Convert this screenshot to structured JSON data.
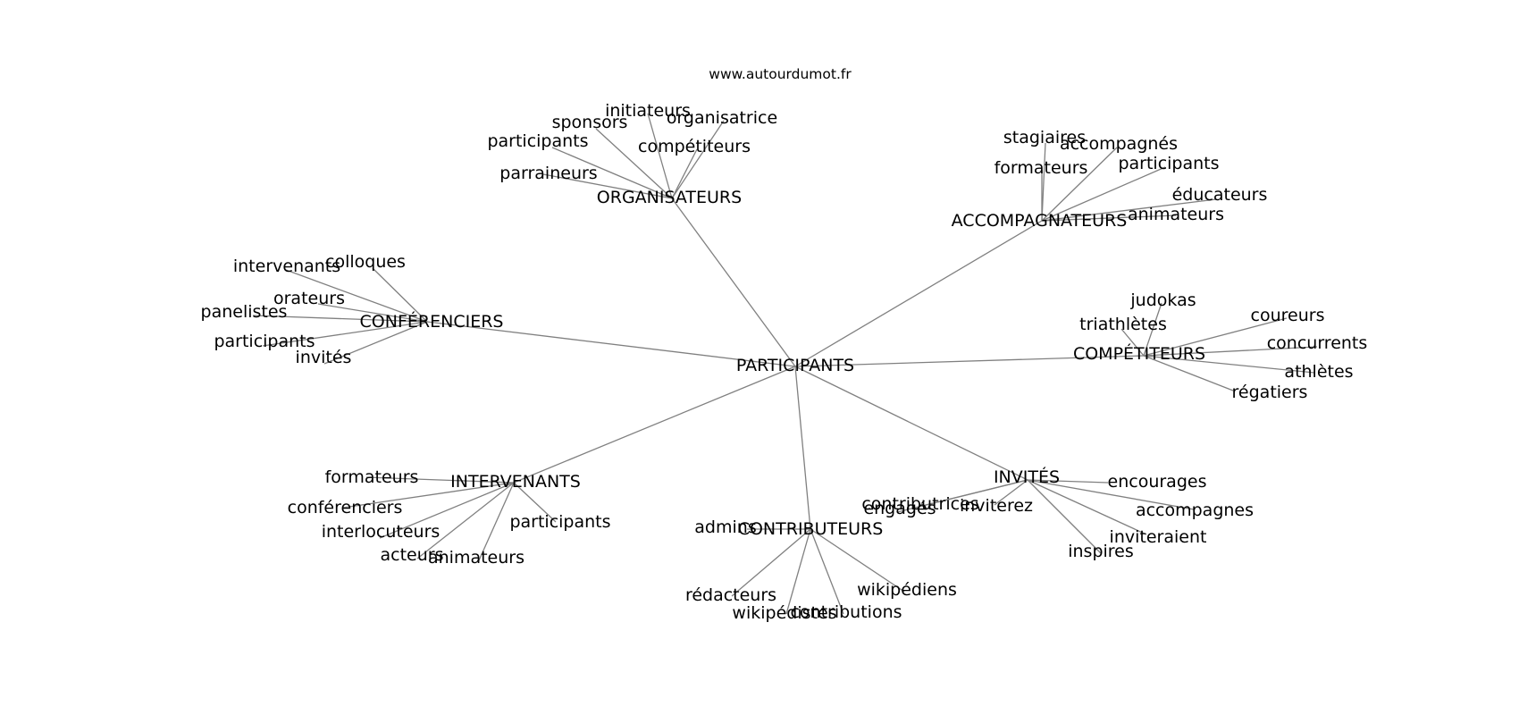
{
  "source": "www.autourdumot.fr",
  "center": "PARTICIPANTS",
  "clusters": [
    {
      "label": "ORGANISATEURS",
      "words": [
        "initiateurs",
        "sponsors",
        "organisatrice",
        "participants",
        "compétiteurs",
        "parraineurs"
      ]
    },
    {
      "label": "ACCOMPAGNATEURS",
      "words": [
        "stagiaires",
        "accompagnés",
        "formateurs",
        "participants",
        "éducateurs",
        "animateurs"
      ]
    },
    {
      "label": "CONFÉRENCIERS",
      "words": [
        "intervenants",
        "colloques",
        "orateurs",
        "panelistes",
        "participants",
        "invités"
      ]
    },
    {
      "label": "COMPÉTITEURS",
      "words": [
        "judokas",
        "triathlètes",
        "coureurs",
        "concurrents",
        "athlètes",
        "régatiers"
      ]
    },
    {
      "label": "INTERVENANTS",
      "words": [
        "formateurs",
        "conférenciers",
        "interlocuteurs",
        "acteurs",
        "animateurs",
        "participants"
      ]
    },
    {
      "label": "CONTRIBUTEURS",
      "words": [
        "admins",
        "rédacteurs",
        "wikipédistes",
        "contributions",
        "wikipédiens"
      ]
    },
    {
      "label": "INVITÉS",
      "words": [
        "contributrices",
        "engagés",
        "inviterez",
        "encourages",
        "accompagnes",
        "inviteraient",
        "inspires"
      ]
    }
  ]
}
